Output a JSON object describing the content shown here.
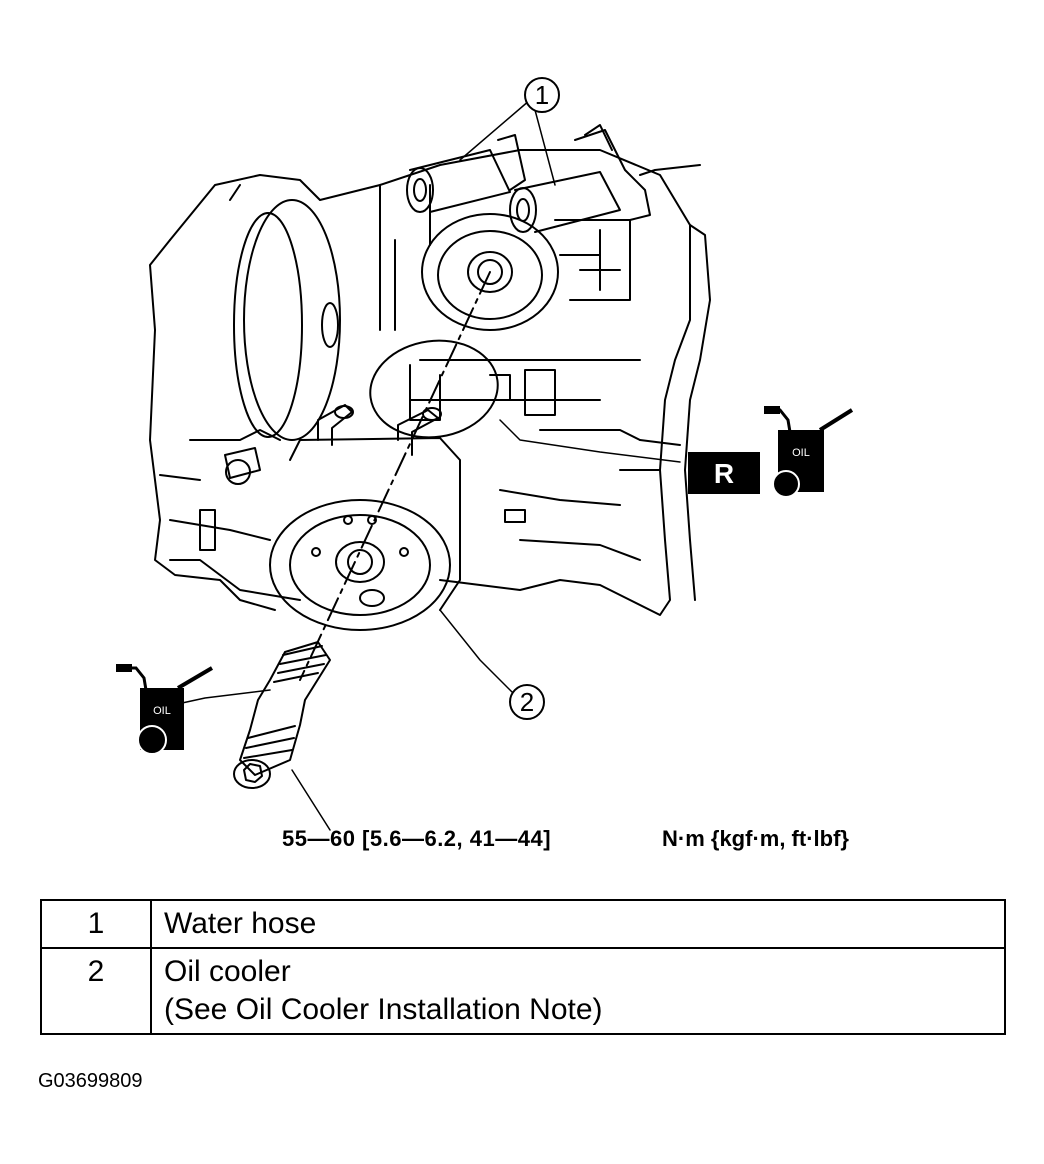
{
  "callouts": {
    "c1": "1",
    "c2": "2"
  },
  "reuse_mark": "R",
  "oil_label": "OIL",
  "torque_spec": "55—60 [5.6—6.2, 41—44]",
  "torque_unit": "N·m {kgf·m, ft·lbf}",
  "parts": [
    {
      "num": "1",
      "line1": "Water hose",
      "line2": ""
    },
    {
      "num": "2",
      "line1": "Oil cooler",
      "line2": "(See Oil Cooler Installation Note)"
    }
  ],
  "figure_id": "G03699809"
}
